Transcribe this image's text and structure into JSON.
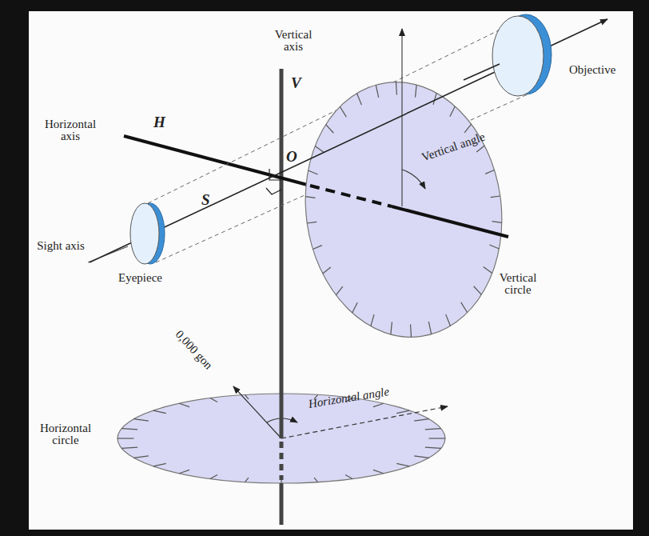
{
  "diagram": {
    "labels": [
      "Vertical axis",
      "V",
      "Horizontal axis",
      "H",
      "O",
      "Objective",
      "Vertical angle",
      "S",
      "Sight axis",
      "Eyepiece",
      "Vertical circle",
      "0,000 gon",
      "Horizontal angle",
      "Horizontal circle"
    ]
  }
}
